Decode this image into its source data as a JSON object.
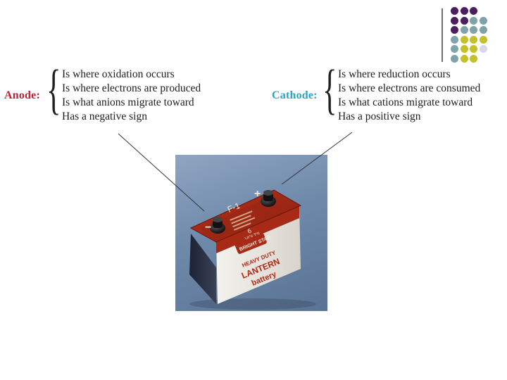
{
  "colors": {
    "anode_label": "#c0203a",
    "cathode_label": "#2aa3c6",
    "dot_purple": "#4a1f5e",
    "dot_teal": "#7fa3a8",
    "dot_olive": "#c4c02a",
    "dot_lavender": "#d8d6ea"
  },
  "anode": {
    "label": "Anode:",
    "properties": [
      "Is where oxidation occurs",
      "Is where electrons are produced",
      "Is what anions migrate toward",
      "Has a negative sign"
    ]
  },
  "cathode": {
    "label": "Cathode:",
    "properties": [
      "Is where reduction occurs",
      "Is where electrons are consumed",
      "Is what cations migrate toward",
      "Has a positive sign"
    ]
  },
  "battery_photo": {
    "brand": "BRIGHT STAR",
    "model_lines": [
      "HEAVY DUTY",
      "LANTERN",
      "battery"
    ],
    "terminal_code": "F-1",
    "voltage_number": "6",
    "voltage_unit": "VOLTS",
    "plus_sign": "+",
    "minus_sign": "−",
    "icons": [
      "battery-photo-icon"
    ]
  }
}
